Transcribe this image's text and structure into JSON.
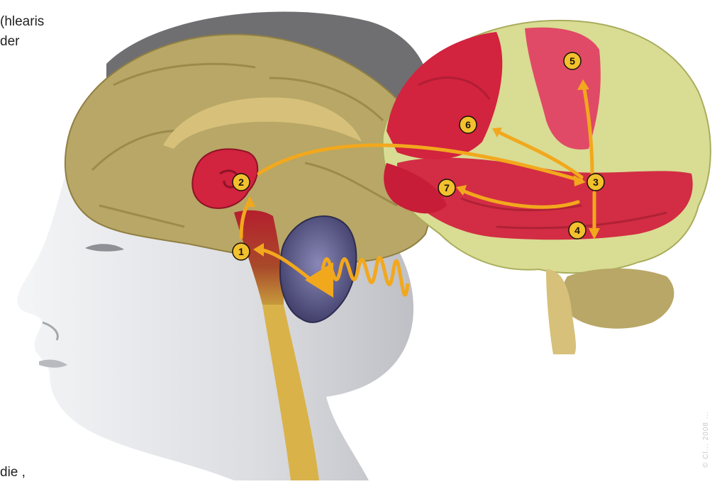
{
  "text_fragments": [
    "hlearis)",
    "der",
    ", die"
  ],
  "credit": "© Cl... 2008 ...",
  "markers": [
    "1",
    "2",
    "3",
    "4",
    "5",
    "6",
    "7"
  ],
  "colors": {
    "brain_olive": "#b8a766",
    "brain_red": "#d2233f",
    "brain_lightgreen": "#d9dc93",
    "ear_purple": "#5e5c8a",
    "arrow_gold": "#f2a81d",
    "skin": "#e2e3e6",
    "hair": "#6f6f72"
  }
}
